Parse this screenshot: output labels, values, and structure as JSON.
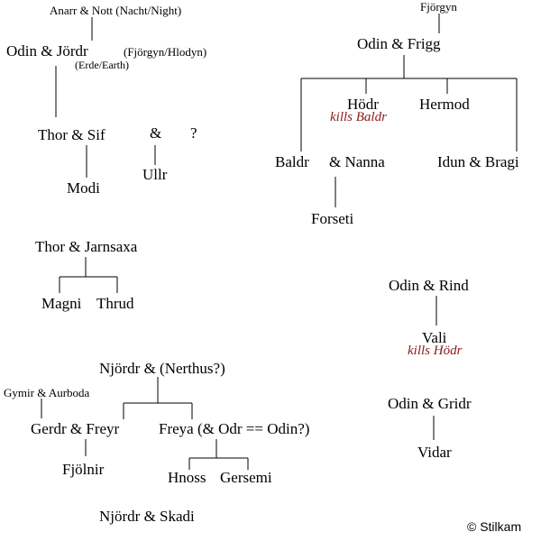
{
  "tree1": {
    "anarr_nott": "Anarr  &  Nott (Nacht/Night)",
    "odin_jordr": "Odin  &  Jördr",
    "jordr_alias1": "(Fjörgyn/Hlodyn)",
    "jordr_alias2": "(Erde/Earth)",
    "thor_sif": "Thor  &  Sif",
    "and_unknown": "&",
    "question": "?",
    "modi": "Modi",
    "ullr": "Ullr"
  },
  "tree2": {
    "thor_jarnsaxa": "Thor  &  Jarnsaxa",
    "magni": "Magni",
    "thrud": "Thrud"
  },
  "tree3": {
    "njordr_nerthus": "Njördr  &  (Nerthus?)",
    "gymir_aurboda": "Gymir  &  Aurboda",
    "gerdr_freyr": "Gerdr  &  Freyr",
    "freya_odr": "Freya   (&  Odr == Odin?)",
    "fjolnir": "Fjölnir",
    "hnoss": "Hnoss",
    "gersemi": "Gersemi",
    "njordr_skadi": "Njördr  &  Skadi"
  },
  "tree4": {
    "fjorgyn": "Fjörgyn",
    "odin_frigg": "Odin  &  Frigg",
    "hodr": "Hödr",
    "hodr_note": "kills Baldr",
    "hermod": "Hermod",
    "baldr": "Baldr",
    "and_nanna": "&  Nanna",
    "idun_bragi": "Idun  &  Bragi",
    "forseti": "Forseti"
  },
  "tree5": {
    "odin_rind": "Odin  &  Rind",
    "vali": "Vali",
    "vali_note": "kills Hödr"
  },
  "tree6": {
    "odin_gridr": "Odin  &  Gridr",
    "vidar": "Vidar"
  },
  "copyright": "© Stilkam",
  "colors": {
    "lines": "#000000",
    "note": "#8b1a1a"
  }
}
